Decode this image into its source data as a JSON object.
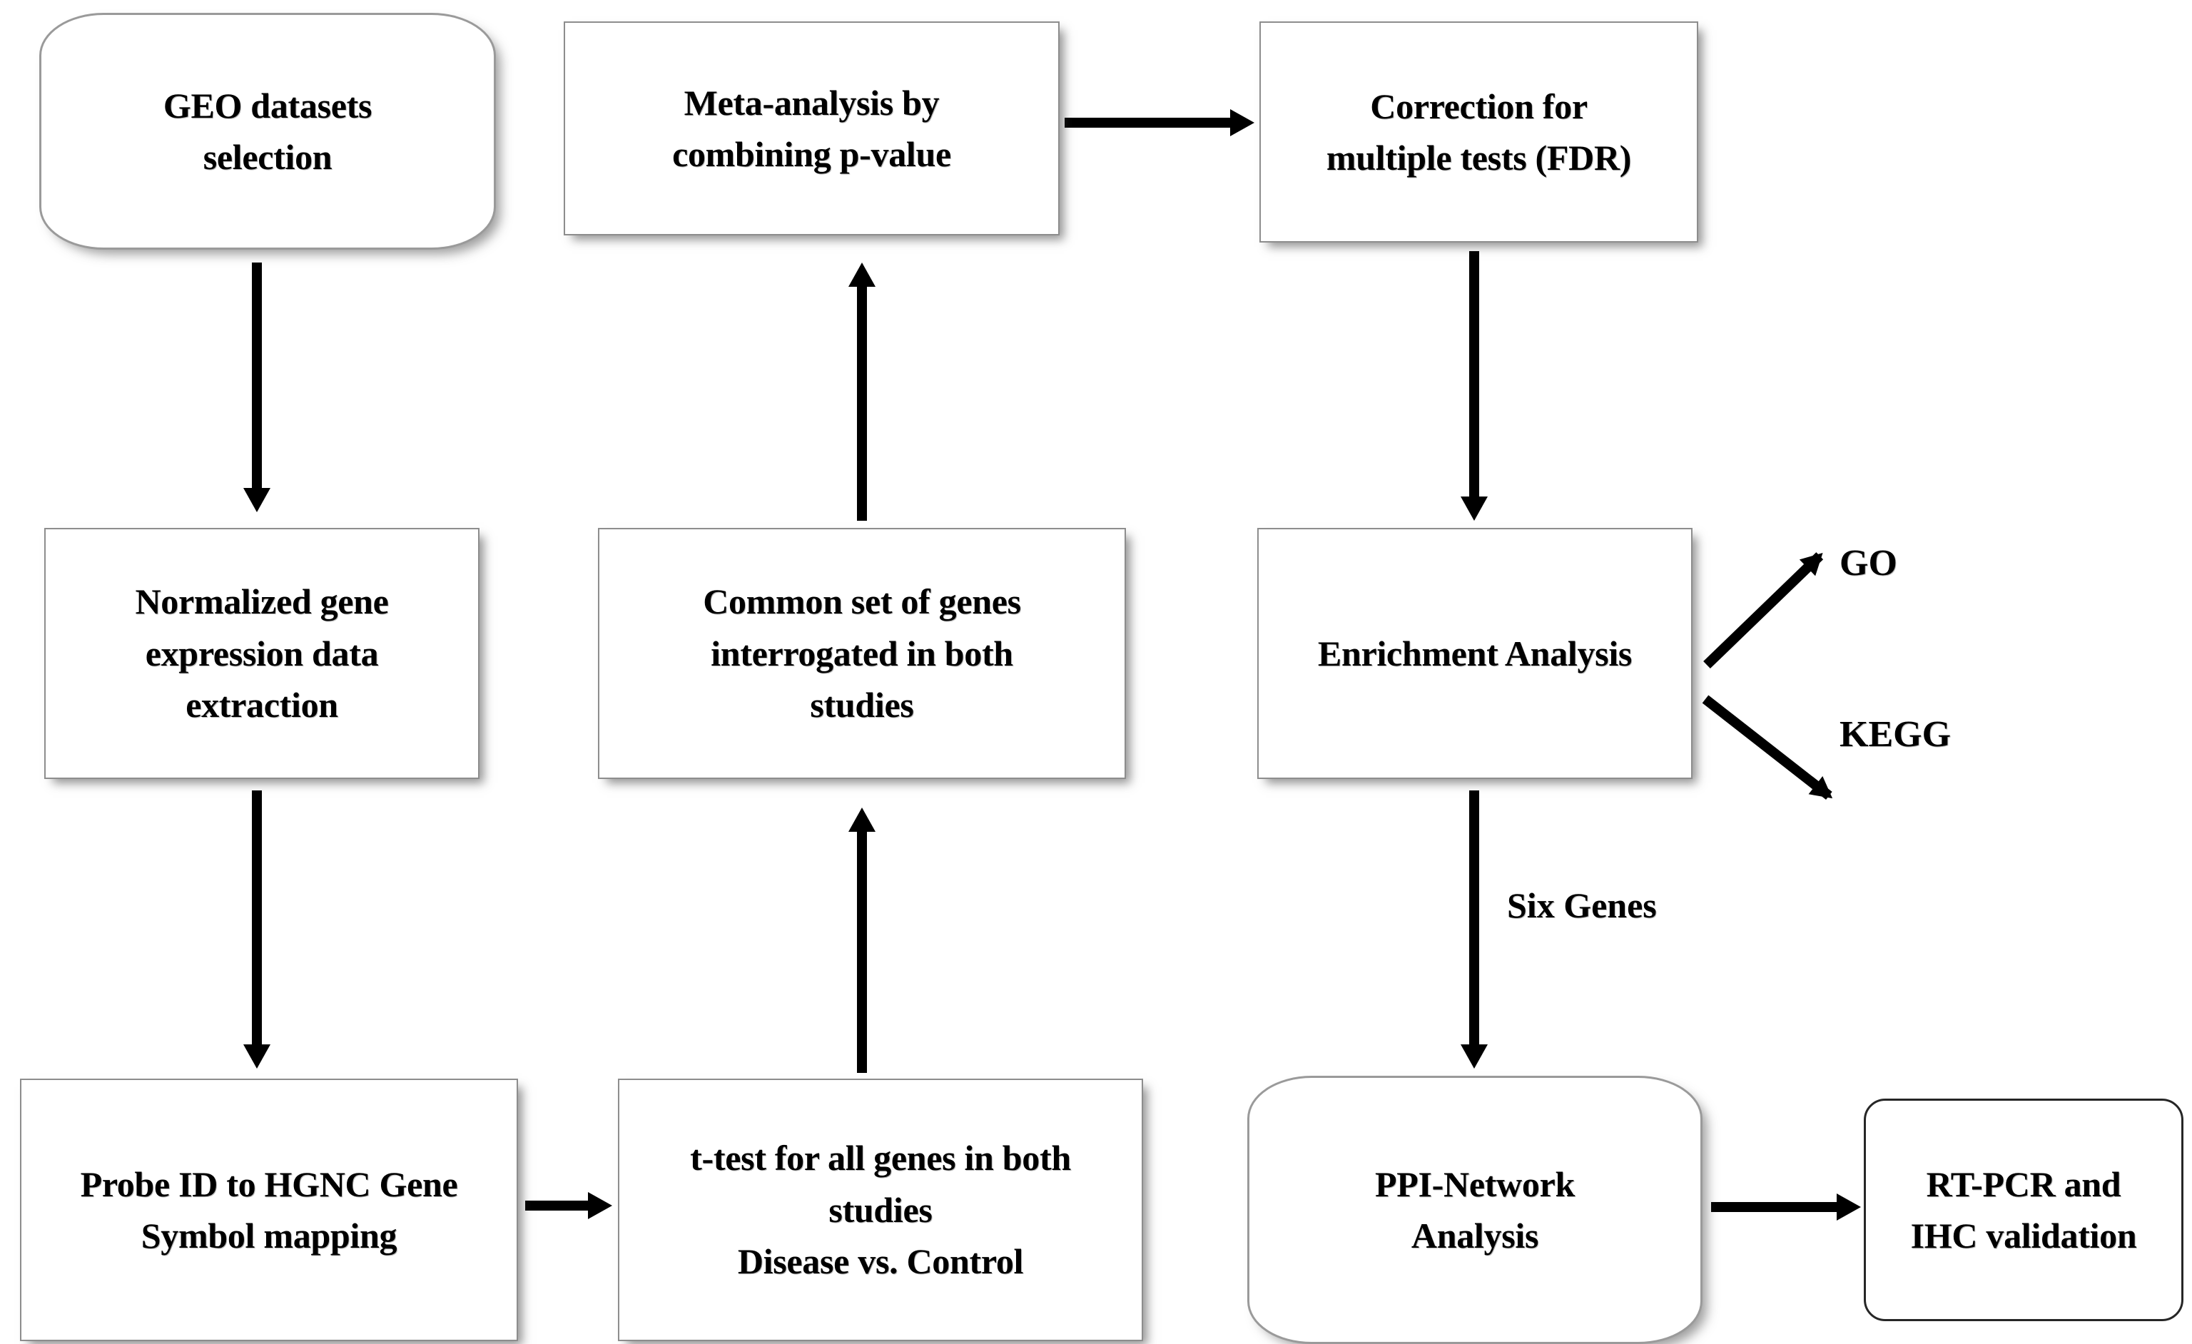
{
  "diagram": {
    "title": "Meta-analysis workflow flowchart",
    "background_color": "#ffffff",
    "stroke_color": "#000000",
    "box_fill": "#ffffff",
    "box_border_color": "#8d8d8d"
  },
  "nodes": {
    "geo_datasets_selection": {
      "label": "GEO datasets\nselection",
      "shape": "stadium"
    },
    "meta_analysis": {
      "label": "Meta-analysis by\ncombining p-value",
      "shape": "rectangle"
    },
    "correction_fdr": {
      "label": "Correction for\nmultiple tests (FDR)",
      "shape": "rectangle"
    },
    "normalized_expression": {
      "label": "Normalized gene\nexpression data\nextraction",
      "shape": "rectangle"
    },
    "common_gene_set": {
      "label": "Common set of genes\ninterrogated in both\nstudies",
      "shape": "rectangle"
    },
    "enrichment_analysis": {
      "label": "Enrichment Analysis",
      "shape": "rectangle"
    },
    "probe_id_mapping": {
      "label": "Probe ID to HGNC Gene\nSymbol mapping",
      "shape": "rectangle"
    },
    "t_test": {
      "label": "t-test for all genes in both\nstudies\nDisease vs. Control",
      "shape": "rectangle"
    },
    "ppi_network": {
      "label": "PPI-Network\nAnalysis",
      "shape": "stadium"
    },
    "validation": {
      "label": "RT-PCR and\nIHC validation",
      "shape": "rounded-rectangle"
    }
  },
  "branch_labels": {
    "go": "GO",
    "kegg": "KEGG"
  },
  "edge_labels": {
    "six_genes": "Six Genes"
  }
}
